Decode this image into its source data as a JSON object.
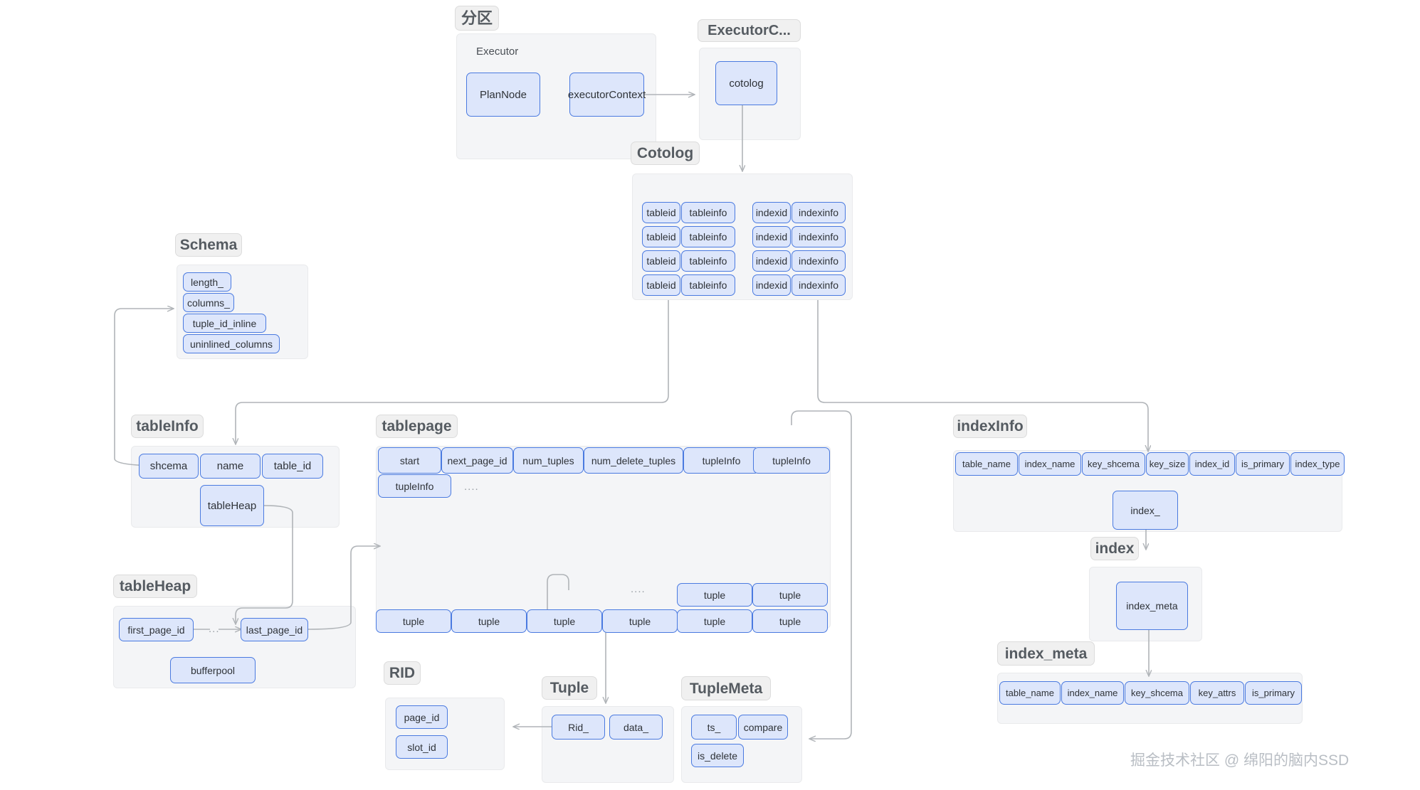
{
  "watermark": "掘金技术社区 @ 绵阳的脑内SSD",
  "groups": {
    "partition": {
      "title": "分区",
      "inner_label": "Executor"
    },
    "executorctx": {
      "title": "ExecutorC..."
    },
    "cotolog": {
      "title": "Cotolog"
    },
    "schema": {
      "title": "Schema"
    },
    "tableinfo": {
      "title": "tableInfo"
    },
    "tablepage": {
      "title": "tablepage"
    },
    "tableheap": {
      "title": "tableHeap"
    },
    "indexinfo": {
      "title": "indexInfo"
    },
    "index": {
      "title": "index"
    },
    "indexmeta": {
      "title": "index_meta"
    },
    "rid": {
      "title": "RID"
    },
    "tuple": {
      "title": "Tuple"
    },
    "tuplemeta": {
      "title": "TupleMeta"
    }
  },
  "nodes": {
    "plannode": "PlanNode",
    "executorcontext": "executorContext",
    "cotolog": "cotolog",
    "schema": [
      "length_",
      "columns_",
      "tuple_id_inline",
      "uninlined_columns"
    ],
    "cotolog_rows": [
      {
        "left_id": "tableid",
        "left_info": "tableinfo",
        "right_id": "indexid",
        "right_info": "indexinfo"
      },
      {
        "left_id": "tableid",
        "left_info": "tableinfo",
        "right_id": "indexid",
        "right_info": "indexinfo"
      },
      {
        "left_id": "tableid",
        "left_info": "tableinfo",
        "right_id": "indexid",
        "right_info": "indexinfo"
      },
      {
        "left_id": "tableid",
        "left_info": "tableinfo",
        "right_id": "indexid",
        "right_info": "indexinfo"
      }
    ],
    "tableinfo_row": [
      "shcema",
      "name",
      "table_id"
    ],
    "tableinfo_heap": "tableHeap",
    "tableheap_row": [
      "first_page_id",
      "last_page_id"
    ],
    "tableheap_ellipsis": "...",
    "tableheap_bufferpool": "bufferpool",
    "tablepage_row1": [
      "start",
      "next_page_id",
      "num_tuples",
      "num_delete_tuples",
      "tupleInfo",
      "tupleInfo"
    ],
    "tablepage_row2": [
      "tupleInfo"
    ],
    "tablepage_row2_dots": "....",
    "tablepage_mid_dots": "....",
    "tablepage_tuples_upper": [
      "tuple",
      "tuple"
    ],
    "tablepage_tuples_lower": [
      "tuple",
      "tuple",
      "tuple",
      "tuple",
      "tuple",
      "tuple"
    ],
    "indexinfo_row": [
      "table_name",
      "index_name",
      "key_shcema",
      "key_size",
      "index_id",
      "is_primary",
      "index_type"
    ],
    "indexinfo_index": "index_",
    "index_meta_node": "index_meta",
    "indexmeta_row": [
      "table_name",
      "index_name",
      "key_shcema",
      "key_attrs",
      "is_primary"
    ],
    "rid_rows": [
      "page_id",
      "slot_id"
    ],
    "tuple_row": [
      "Rid_",
      "data_"
    ],
    "tuplemeta_row1": [
      "ts_",
      "compare"
    ],
    "tuplemeta_row2": [
      "is_delete"
    ]
  },
  "colors": {
    "node_fill": "#dde6fb",
    "node_border": "#4a7ae0",
    "group_fill": "#f4f5f7",
    "chip_fill": "#f0f0f0",
    "connector": "#b0b4b8",
    "watermark": "#b9bec4"
  }
}
